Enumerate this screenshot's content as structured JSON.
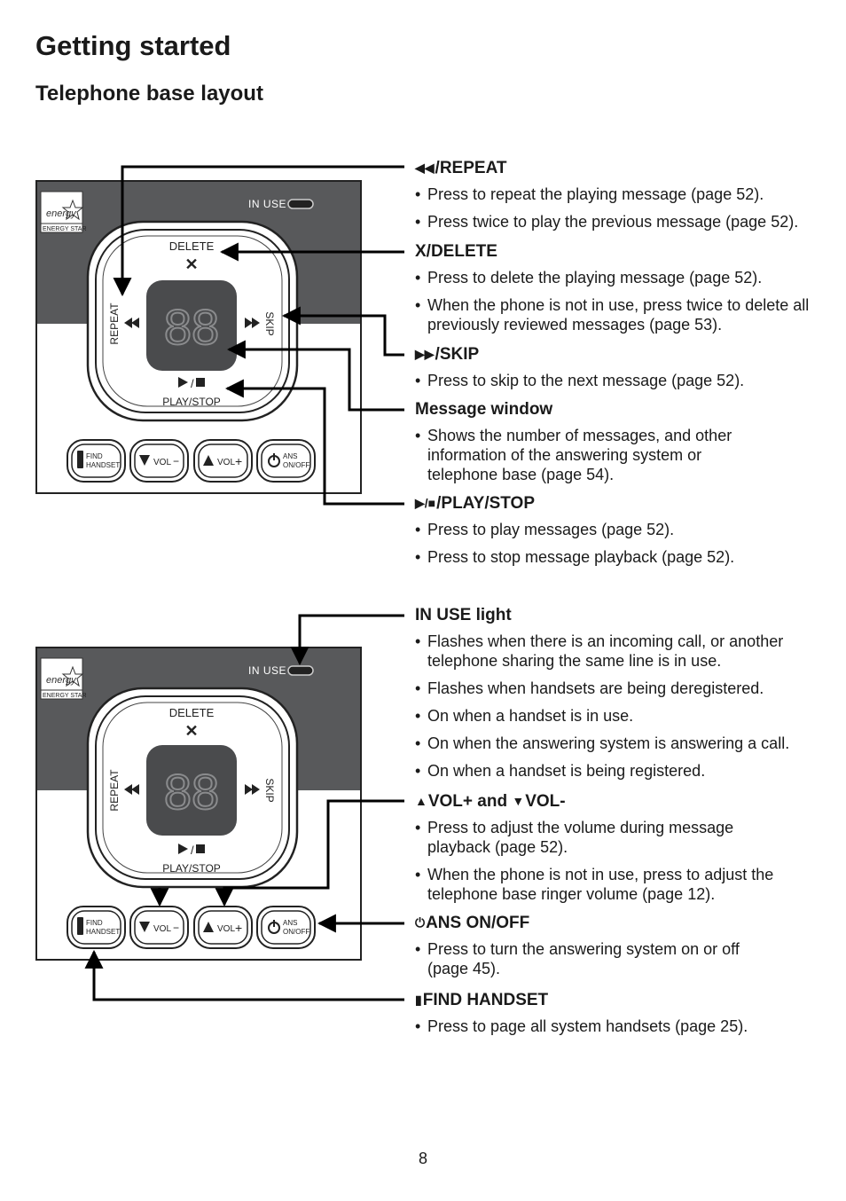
{
  "page": {
    "title": "Getting started",
    "subtitle": "Telephone base layout",
    "page_number": "8"
  },
  "device": {
    "logo_text": "ENERGY STAR",
    "in_use_label": "IN USE",
    "delete_label": "DELETE",
    "repeat_label": "REPEAT",
    "skip_label": "SKIP",
    "play_stop_label": "PLAY/STOP",
    "display_digits": "88",
    "find_label_1": "FIND",
    "find_label_2": "HANDSET",
    "vol_label": "VOL",
    "ans_label_1": "ANS",
    "ans_label_2": "ON/OFF"
  },
  "sections": {
    "repeat": {
      "icon": "rewind-icon",
      "title": "/REPEAT",
      "bullets": [
        "Press to repeat the playing message (page 52).",
        "Press twice to play the previous message (page 52)."
      ]
    },
    "delete": {
      "title": "X/DELETE",
      "bullets": [
        "Press to delete the playing message (page 52).",
        "When the phone is not in use, press twice to delete all previously reviewed messages (page 53)."
      ]
    },
    "skip": {
      "icon": "fast-forward-icon",
      "title": "/SKIP",
      "bullets": [
        "Press to skip to the next message (page 52)."
      ]
    },
    "message_window": {
      "title": "Message window",
      "bullets": [
        "Shows the number of messages, and other information of the answering system or telephone base (page 54)."
      ]
    },
    "play_stop": {
      "icon": "play-stop-icon",
      "title": "/PLAY/STOP",
      "bullets": [
        "Press to play messages (page 52).",
        "Press to stop message playback (page 52)."
      ]
    },
    "in_use": {
      "title": "IN USE light",
      "bullets": [
        "Flashes when there is an incoming call, or another telephone sharing the same line is in use.",
        "Flashes when handsets are being deregistered.",
        "On when a handset is in use.",
        "On when the answering system is answering a call.",
        "On when a handset is being registered."
      ]
    },
    "volume": {
      "title_part1": "VOL+ and ",
      "title_part2": "VOL-",
      "bullets": [
        "Press to adjust the volume during message playback (page 52).",
        "When the phone is not in use, press to adjust the telephone base ringer volume (page 12)."
      ]
    },
    "ans": {
      "title": "ANS ON/OFF",
      "bullets": [
        "Press to turn the answering system on or off (page 45)."
      ]
    },
    "find": {
      "title": "FIND HANDSET",
      "bullets": [
        "Press to page all system handsets (page 25)."
      ]
    }
  }
}
